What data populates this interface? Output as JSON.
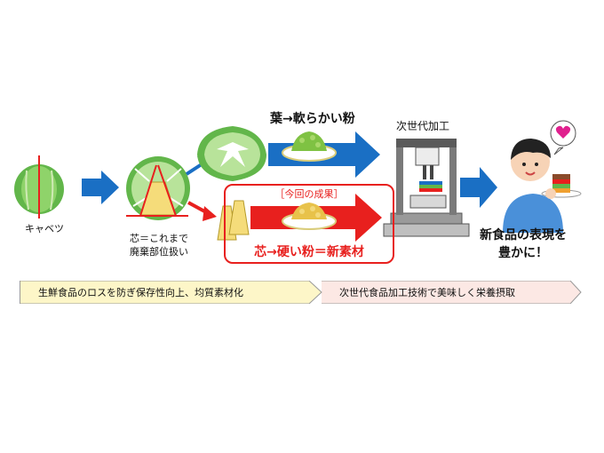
{
  "labels": {
    "cabbage": "キャベツ",
    "core_line1": "芯＝これまで",
    "core_line2": "廃棄部位扱い",
    "leaf_header": "葉→軟らかい粉",
    "printer_header": "次世代加工",
    "result_tag": "［今回の成果］",
    "core_result": "芯→硬い粉＝新素材",
    "new_food_line1": "新食品の表現を",
    "new_food_line2": "豊かに！"
  },
  "banners": {
    "left": "生鮮食品のロスを防ぎ保存性向上、均質素材化",
    "right": "次世代食品加工技術で美味しく栄養摂取"
  },
  "colors": {
    "blue_arrow": "#1a6fc4",
    "red_arrow": "#e8201e",
    "leaf_green": "#8fd36a",
    "heart": "#e0208e"
  }
}
